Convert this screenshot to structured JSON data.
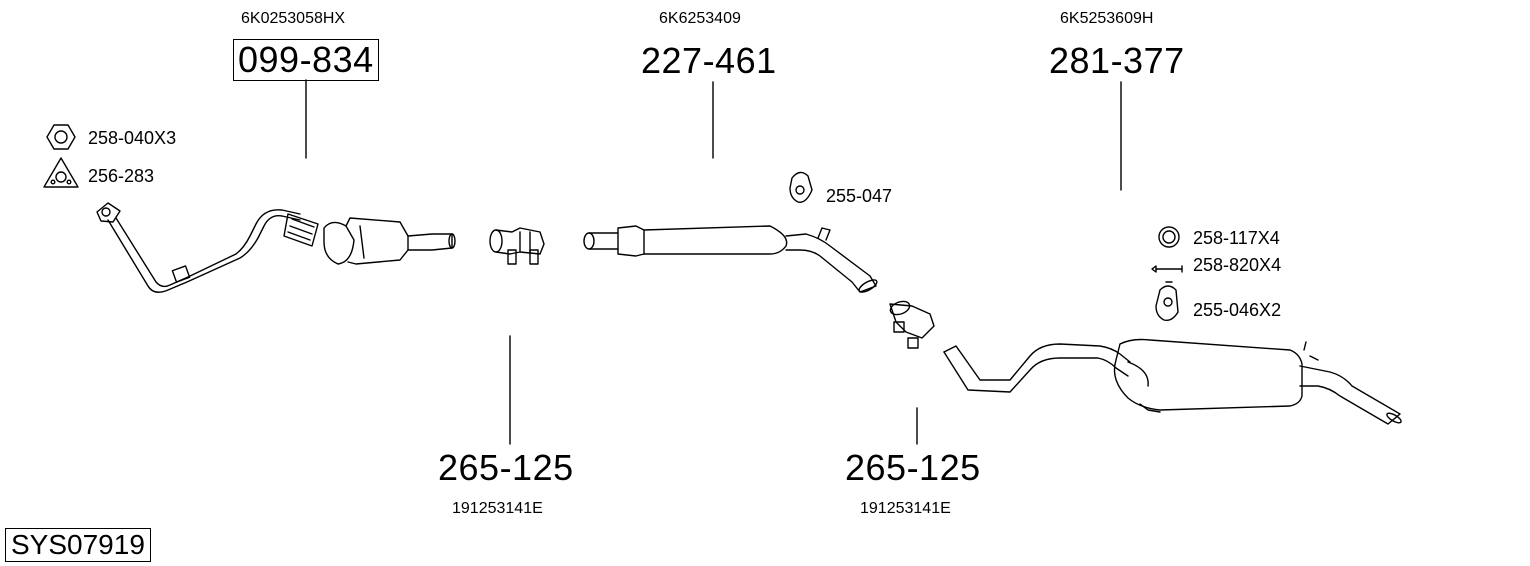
{
  "parts": [
    {
      "number": "099-834",
      "oem": "6K0253058HX",
      "highlighted": true
    },
    {
      "number": "227-461",
      "oem": "6K6253409"
    },
    {
      "number": "281-377",
      "oem": "6K5253609H"
    },
    {
      "number": "265-125",
      "oem": "191253141E"
    },
    {
      "number": "265-125",
      "oem": "191253141E"
    }
  ],
  "accessories": [
    {
      "label": "258-040X3",
      "icon": "nut-icon"
    },
    {
      "label": "256-283",
      "icon": "gasket-icon"
    },
    {
      "label": "255-047",
      "icon": "rubber-hanger-icon"
    },
    {
      "label": "258-117X4",
      "icon": "ring-icon"
    },
    {
      "label": "258-820X4",
      "icon": "bolt-icon"
    },
    {
      "label": "255-046X2",
      "icon": "rubber-hanger-icon"
    }
  ],
  "system_code": "SYS07919",
  "colors": {
    "line": "#000000",
    "background": "#ffffff"
  }
}
